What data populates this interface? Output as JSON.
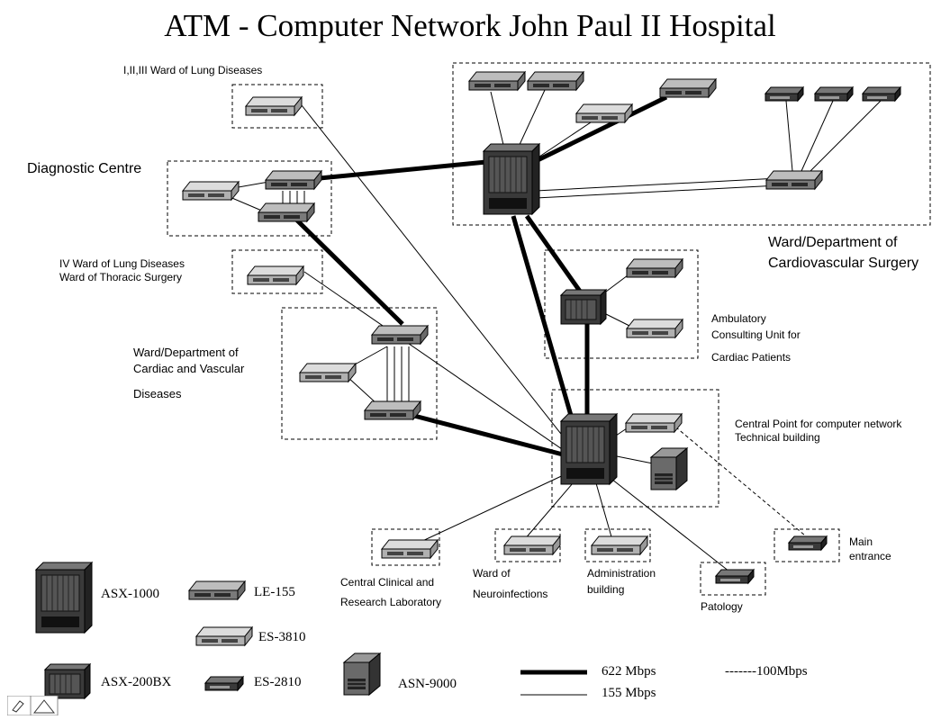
{
  "title": "ATM - Computer Network John Paul II Hospital",
  "zones": {
    "lung_1_3": "I,II,III Ward of Lung Diseases",
    "diagnostic": "Diagnostic Centre",
    "lung_4_line1": "IV Ward of Lung Diseases",
    "lung_4_line2": "Ward of Thoracic Surgery",
    "cardio_surgery_line1": "Ward/Department of",
    "cardio_surgery_line2": "Cardiovascular Surgery",
    "cardiac_line1": "Ward/Department of",
    "cardiac_line2": "Cardiac and Vascular",
    "cardiac_line3": "Diseases",
    "ambulatory_line1": "Ambulatory",
    "ambulatory_line2": "Consulting Unit for",
    "ambulatory_line3": "Cardiac Patients",
    "central_line1": "Central Point for computer network",
    "central_line2": "Technical building",
    "clinical_line1": "Central Clinical and",
    "clinical_line2": "Research Laboratory",
    "neuro_line1": "Ward of",
    "neuro_line2": "Neuroinfections",
    "admin_line1": "Administration",
    "admin_line2": "building",
    "patology": "Patology",
    "main_line1": "Main",
    "main_line2": "entrance"
  },
  "legend": {
    "asx1000": "ASX-1000",
    "le155": "LE-155",
    "es3810": "ES-3810",
    "asx200": "ASX-200BX",
    "es2810": "ES-2810",
    "asn9000": "ASN-9000",
    "speed_622": "622 Mbps",
    "speed_155": "155 Mbps",
    "speed_100": "-------100Mbps"
  },
  "colors": {
    "device_dark": "#3a3a3a",
    "device_mid": "#8a8a8a",
    "device_light": "#bdbdbd",
    "line": "#000000"
  }
}
